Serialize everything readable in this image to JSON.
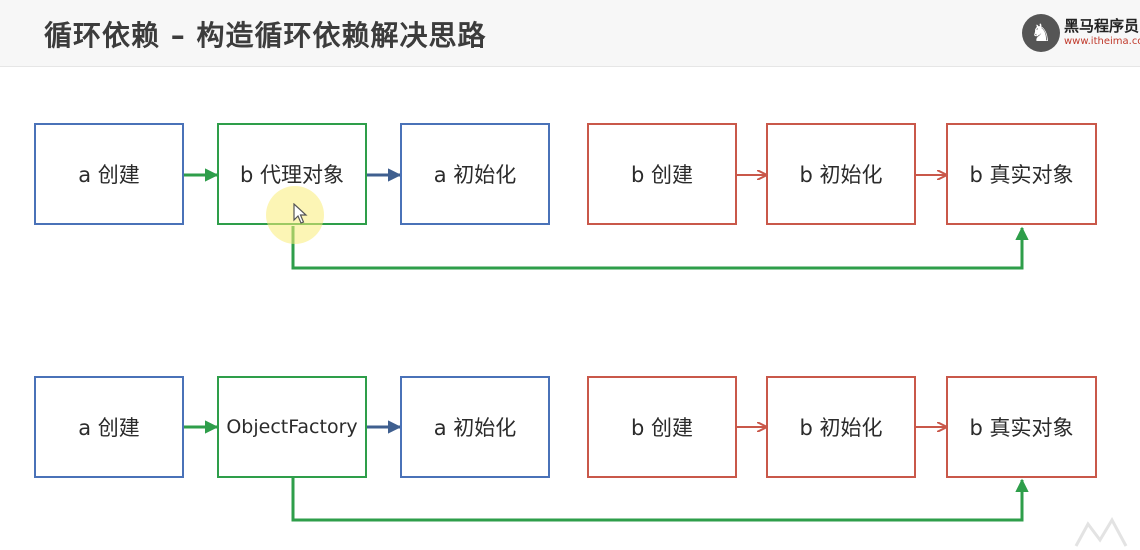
{
  "header": {
    "title": "循环依赖 – 构造循环依赖解决思路",
    "logo_name": "黑马程序员",
    "logo_url": "www.itheima.com"
  },
  "colors": {
    "blue": "#4a72b8",
    "green": "#2e9e4a",
    "red": "#c9584a",
    "dark_arrow": "#3f5f8f"
  },
  "diagram": {
    "row1": {
      "a_create": "a 创建",
      "proxy": "b 代理对象",
      "a_init": "a 初始化",
      "b_create": "b 创建",
      "b_init": "b 初始化",
      "b_real": "b 真实对象"
    },
    "row2": {
      "a_create": "a 创建",
      "proxy": "ObjectFactory",
      "a_init": "a 初始化",
      "b_create": "b 创建",
      "b_init": "b 初始化",
      "b_real": "b 真实对象"
    }
  }
}
